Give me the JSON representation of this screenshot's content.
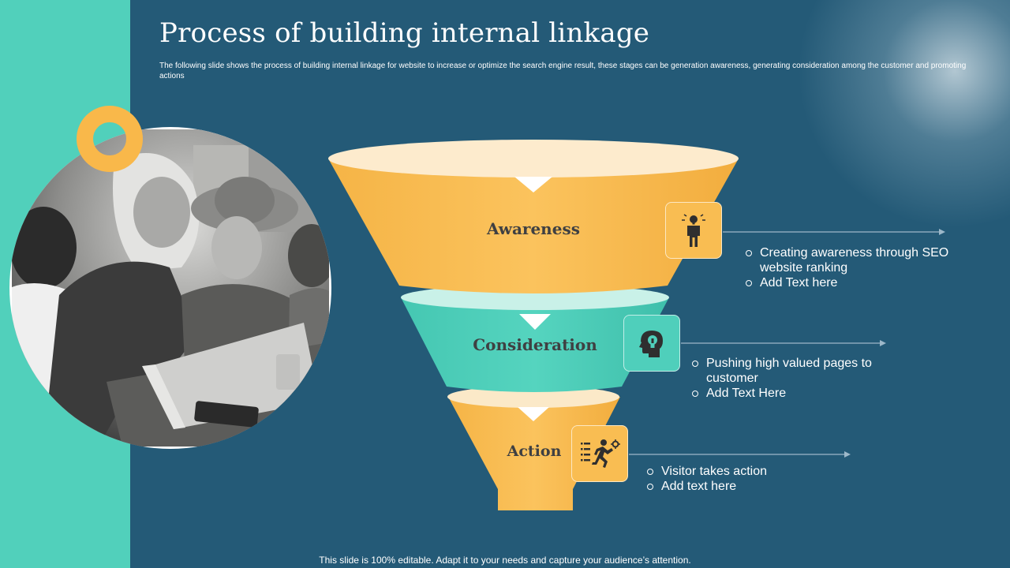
{
  "slide": {
    "title": "Process of building internal linkage",
    "subtitle": "The following slide shows the process of building internal linkage  for website to increase or optimize the search engine result, these stages can be generation awareness, generating consideration among the customer and promoting actions",
    "footer": "This slide is 100% editable. Adapt it to your needs and capture your audience’s attention."
  },
  "colors": {
    "background": "#245a77",
    "left_band": "#51d0bb",
    "gold": "#f9b84a",
    "teal": "#4fcfbb",
    "label_text": "#3f4042"
  },
  "photo": {
    "icon": "people-laptop-photo"
  },
  "funnel": {
    "stages": [
      {
        "label": "Awareness",
        "color": "gold",
        "icon": "person-idea-icon",
        "bullets": [
          "Creating awareness through  SEO website ranking",
          "Add Text here"
        ]
      },
      {
        "label": "Consideration",
        "color": "teal",
        "icon": "head-lightbulb-icon",
        "bullets": [
          "Pushing high valued pages to customer",
          "Add Text Here"
        ]
      },
      {
        "label": "Action",
        "color": "gold",
        "icon": "running-person-icon",
        "bullets": [
          "Visitor takes action",
          "Add text here"
        ]
      }
    ]
  }
}
